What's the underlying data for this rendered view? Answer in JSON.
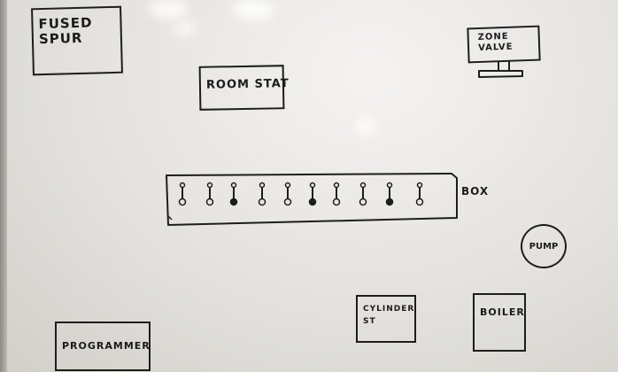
{
  "labels": {
    "fused_spur": "FUSED SPUR",
    "zone_valve": "ZONE VALVE",
    "room_stat": "ROOM STAT",
    "box": "BOX",
    "pump": "PUMP",
    "cylinder_st": "CYLINDER ST",
    "boiler": "BOILER",
    "programmer": "PROGRAMMER"
  },
  "terminal_count": 10
}
